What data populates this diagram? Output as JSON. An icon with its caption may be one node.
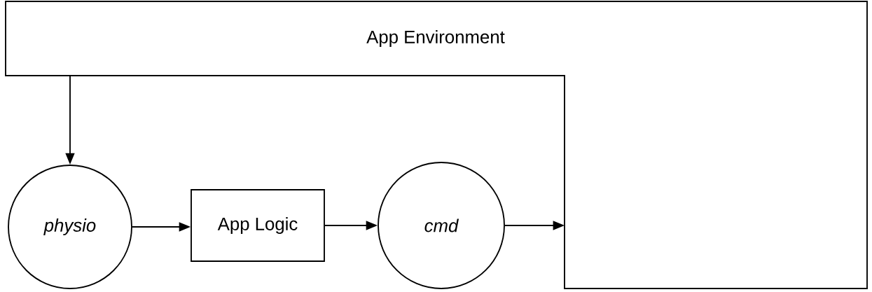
{
  "diagram": {
    "nodes": [
      {
        "text": [
          "App Environment"
        ]
      },
      {
        "text": [
          "physio"
        ]
      },
      {
        "text": [
          "App Logic"
        ]
      },
      {
        "text": [
          "cmd"
        ]
      }
    ],
    "edges": [
      {
        "from": 0,
        "to": 1,
        "arrow": "to"
      },
      {
        "from": 1,
        "to": 2,
        "arrow": "to"
      },
      {
        "from": 2,
        "to": 3,
        "arrow": "to"
      },
      {
        "from": 3,
        "to": 0,
        "arrow": "to"
      }
    ]
  }
}
